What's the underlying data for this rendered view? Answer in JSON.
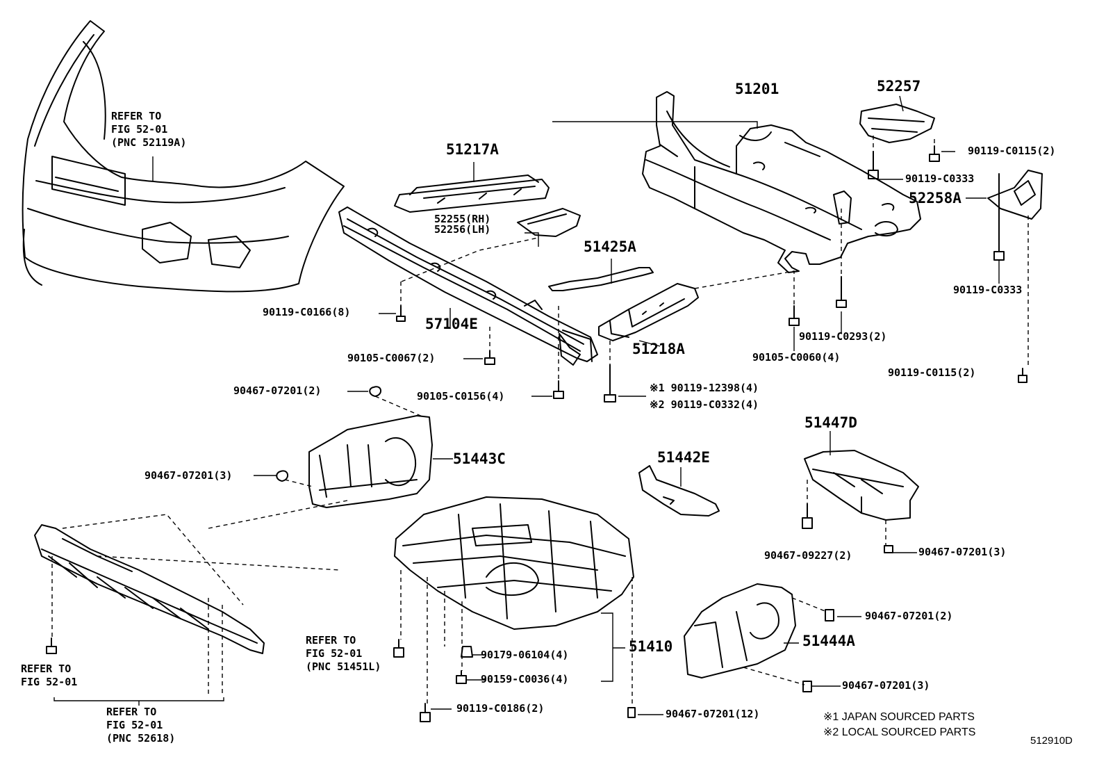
{
  "diagram_code": "512910D",
  "parts": {
    "p51201": "51201",
    "p52257": "52257",
    "p51217A": "51217A",
    "p52255_56": "52255(RH)\n52256(LH)",
    "p51425A": "51425A",
    "p57104E": "57104E",
    "p51218A": "51218A",
    "p52258A": "52258A",
    "p51443C": "51443C",
    "p51442E": "51442E",
    "p51447D": "51447D",
    "p51444A": "51444A",
    "p51410": "51410"
  },
  "fasteners": {
    "f90119_C0115_top": "90119-C0115(2)",
    "f90119_C0333_a": "90119-C0333",
    "f90119_C0333_b": "90119-C0333",
    "f90119_C0166": "90119-C0166(8)",
    "f90119_C0293": "90119-C0293(2)",
    "f90105_C0060": "90105-C0060(4)",
    "f90105_C0067": "90105-C0067(2)",
    "f90119_C0115_low": "90119-C0115(2)",
    "f90467_07201_2a": "90467-07201(2)",
    "f90105_C0156": "90105-C0156(4)",
    "f90119_12398": "※1 90119-12398(4)",
    "f90119_C0332": "※2 90119-C0332(4)",
    "f90467_07201_3a": "90467-07201(3)",
    "f90467_09227": "90467-09227(2)",
    "f90467_07201_3b": "90467-07201(3)",
    "f90467_07201_2b": "90467-07201(2)",
    "f90179_06104": "90179-06104(4)",
    "f90159_C0036": "90159-C0036(4)",
    "f90467_07201_3c": "90467-07201(3)",
    "f90119_C0186": "90119-C0186(2)",
    "f90467_07201_12": "90467-07201(12)"
  },
  "references": {
    "ref_52119A": "REFER TO\nFIG 52-01\n(PNC 52119A)",
    "ref_51451L": "REFER TO\nFIG 52-01\n(PNC 51451L)",
    "ref_fig_left": "REFER TO\nFIG 52-01",
    "ref_52618": "REFER TO\nFIG 52-01\n(PNC 52618)"
  },
  "notes": {
    "note1": "※1 JAPAN SOURCED PARTS",
    "note2": "※2 LOCAL SOURCED PARTS"
  }
}
